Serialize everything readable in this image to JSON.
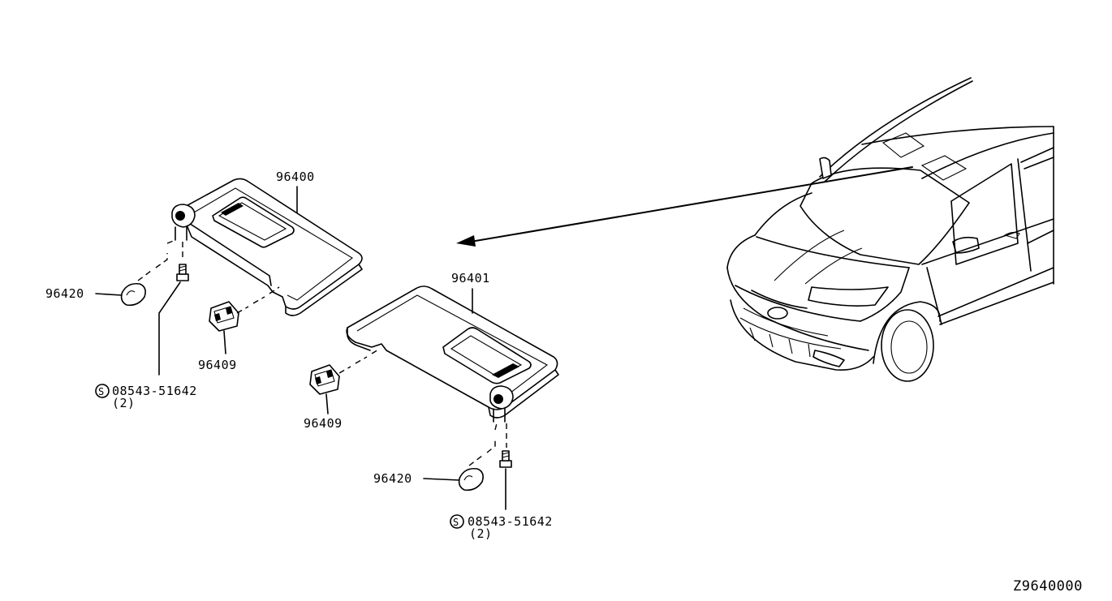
{
  "diagram_code": "Z9640000",
  "parts": {
    "left_visor": "96400",
    "right_visor": "96401",
    "left_holder": "96409",
    "right_holder": "96409",
    "left_cap": "96420",
    "right_cap": "96420"
  },
  "screws": {
    "left": {
      "symbol": "S",
      "number": "08543-51642",
      "qty": "(2)"
    },
    "right": {
      "symbol": "S",
      "number": "08543-51642",
      "qty": "(2)"
    }
  },
  "colors": {
    "line": "#000000",
    "background": "#ffffff"
  }
}
